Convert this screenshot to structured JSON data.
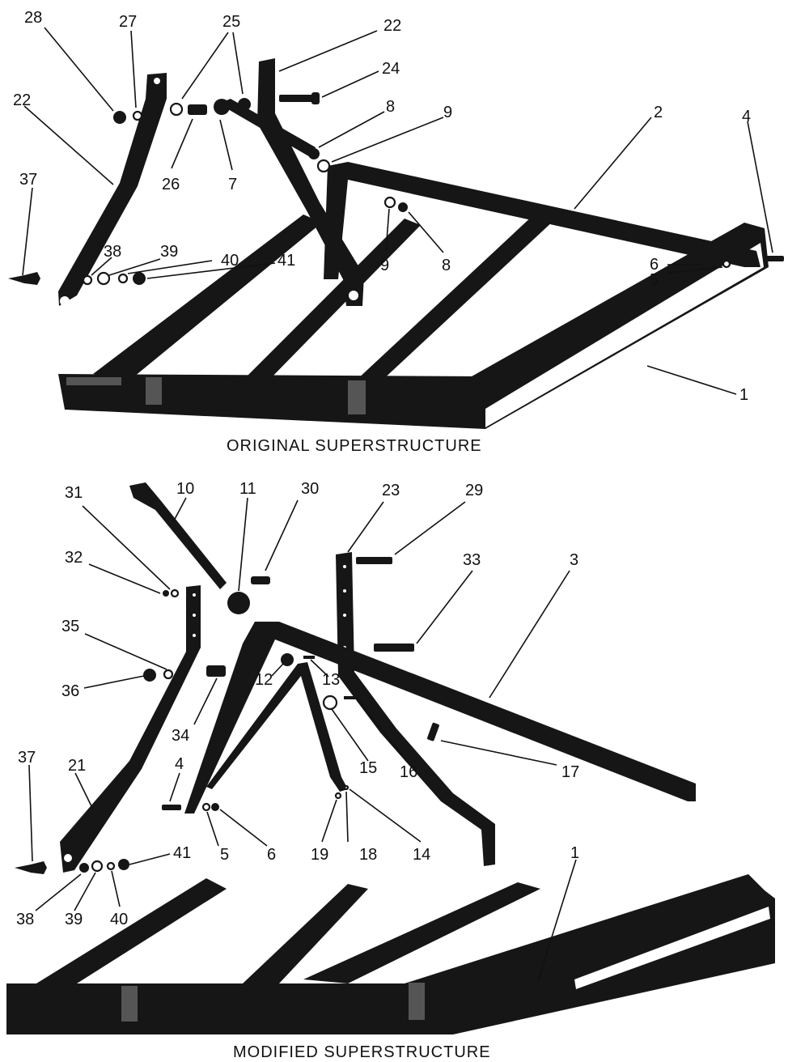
{
  "captions": {
    "original": "ORIGINAL SUPERSTRUCTURE",
    "modified": "MODIFIED SUPERSTRUCTURE"
  },
  "callouts_original": [
    "28",
    "27",
    "25",
    "22",
    "24",
    "22",
    "8",
    "9",
    "2",
    "4",
    "26",
    "7",
    "9",
    "8",
    "37",
    "38",
    "39",
    "40",
    "41",
    "6",
    "5",
    "1"
  ],
  "callouts_modified": [
    "31",
    "10",
    "11",
    "30",
    "23",
    "29",
    "3",
    "32",
    "33",
    "35",
    "36",
    "12",
    "13",
    "15",
    "16",
    "34",
    "17",
    "37",
    "21",
    "4",
    "5",
    "6",
    "19",
    "18",
    "14",
    "41",
    "38",
    "39",
    "40",
    "1"
  ]
}
